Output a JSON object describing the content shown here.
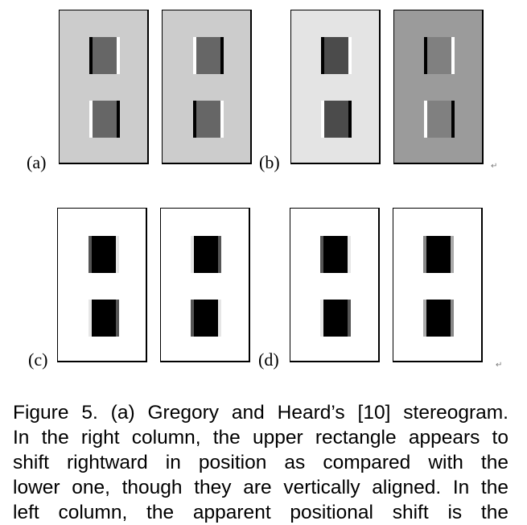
{
  "figure": {
    "labels": {
      "a": "(a)",
      "b": "(b)",
      "c": "(c)",
      "d": "(d)"
    },
    "paragraph_mark": "↵",
    "colors": {
      "a_bg": "#cccccc",
      "a_patch": "#666666",
      "b_left_bg": "#e4e4e4",
      "b_left_patch": "#4b4b4b",
      "b_right_bg": "#9b9b9b",
      "b_right_patch": "#808080",
      "cd_bg": "#ffffff",
      "cd_patch": "#000000",
      "black": "#000000",
      "white": "#ffffff",
      "dark_gray": "#555555",
      "light_gray": "#e6e6e6",
      "mid_gray": "#888888",
      "mid_light_gray": "#aaaaaa"
    },
    "panels": [
      {
        "id": "a-left",
        "bg": "#cccccc",
        "patch": "#666666",
        "top": {
          "l": "#000000",
          "r": "#ffffff"
        },
        "bottom": {
          "l": "#ffffff",
          "r": "#000000"
        }
      },
      {
        "id": "a-right",
        "bg": "#cccccc",
        "patch": "#666666",
        "top": {
          "l": "#ffffff",
          "r": "#000000"
        },
        "bottom": {
          "l": "#000000",
          "r": "#ffffff"
        }
      },
      {
        "id": "b-left",
        "bg": "#e4e4e4",
        "patch": "#4b4b4b",
        "top": {
          "l": "#000000",
          "r": "#ffffff"
        },
        "bottom": {
          "l": "#ffffff",
          "r": "#000000"
        }
      },
      {
        "id": "b-right",
        "bg": "#9b9b9b",
        "patch": "#808080",
        "top": {
          "l": "#000000",
          "r": "#ffffff"
        },
        "bottom": {
          "l": "#ffffff",
          "r": "#000000"
        }
      },
      {
        "id": "c-left",
        "bg": "#ffffff",
        "patch": "#000000",
        "top": {
          "l": "#555555",
          "r": "#e6e6e6"
        },
        "bottom": {
          "l": "#e6e6e6",
          "r": "#555555"
        }
      },
      {
        "id": "c-right",
        "bg": "#ffffff",
        "patch": "#000000",
        "top": {
          "l": "#e6e6e6",
          "r": "#555555"
        },
        "bottom": {
          "l": "#555555",
          "r": "#e6e6e6"
        }
      },
      {
        "id": "d-left",
        "bg": "#ffffff",
        "patch": "#000000",
        "top": {
          "l": "#555555",
          "r": "#e6e6e6"
        },
        "bottom": {
          "l": "#e6e6e6",
          "r": "#555555"
        }
      },
      {
        "id": "d-right",
        "bg": "#ffffff",
        "patch": "#000000",
        "top": {
          "l": "#888888",
          "r": "#aaaaaa"
        },
        "bottom": {
          "l": "#aaaaaa",
          "r": "#888888"
        }
      }
    ]
  },
  "caption": {
    "lines": [
      "Figure 5. (a) Gregory and Heard’s [10] stereogram.",
      "In the right column, the upper rectangle appears to",
      "shift rightward in position as compared with the",
      "lower one, though they are vertically aligned. In the",
      "left column, the apparent positional shift is the"
    ]
  }
}
